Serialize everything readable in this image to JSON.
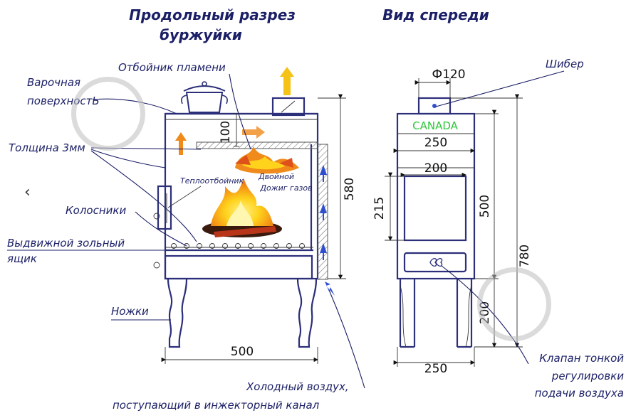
{
  "titles": {
    "section_line1": "Продольный разрез",
    "section_line2": "буржуйки",
    "front": "Вид спереди"
  },
  "labels": {
    "flame_deflector": "Отбойник пламени",
    "cooking_surface_1": "Варочная",
    "cooking_surface_2": "поверхностЬ",
    "thickness": "Толщина 3мм",
    "heat_deflector": "Теплоотбойник",
    "double_burn_1": "Двойной",
    "double_burn_2": "Дожиг газов",
    "grates": "Колосники",
    "ash_drawer_1": "Выдвижной зольный",
    "ash_drawer_2": "ящик",
    "legs": "Ножки",
    "cold_air_1": "Холодный воздух,",
    "cold_air_2": "поступающий в инжекторный канал",
    "damper": "Шибер",
    "brand": "CANADA",
    "valve_1": "Клапан тонкой",
    "valve_2": "регулировки",
    "valve_3": "подачи воздуха"
  },
  "dimensions": {
    "side_flue_gap": "100",
    "side_height": "580",
    "side_width": "500",
    "pipe_diameter": "Ф120",
    "front_top_width": "250",
    "door_width": "200",
    "door_height": "215",
    "body_height": "500",
    "total_height": "780",
    "legs_height": "200",
    "front_bottom_width": "250"
  },
  "colors": {
    "ink": "#1b1f66",
    "flame_orange": "#f08a1a",
    "flame_yellow": "#ffd21c",
    "brand_green": "#2ec63a",
    "air_arrow": "#2f4fd0"
  },
  "nav": {
    "prev_icon": "‹"
  }
}
